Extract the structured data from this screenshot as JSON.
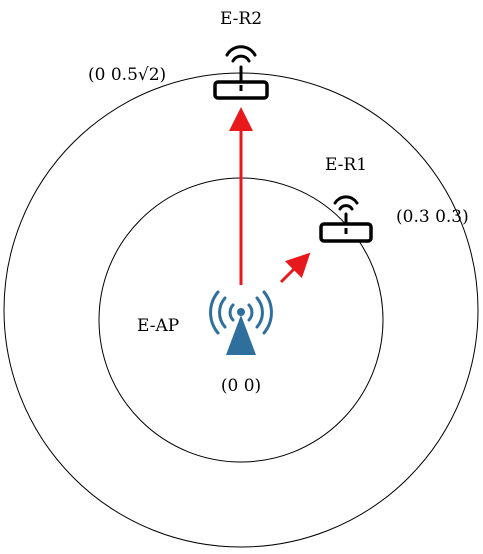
{
  "nodes": {
    "access_point": {
      "label": "E-AP",
      "coord": "(0 0)",
      "icon": "wireless-tower-icon"
    },
    "relay_1": {
      "label": "E-R1",
      "coord": "(0.3 0.3)",
      "icon": "router-icon"
    },
    "relay_2": {
      "label": "E-R2",
      "coord": "(0  0.5√2)",
      "icon": "router-icon"
    }
  },
  "colors": {
    "arrow": "#e8191c",
    "access_point_icon": "#2e6f9e",
    "stroke": "#000000"
  }
}
